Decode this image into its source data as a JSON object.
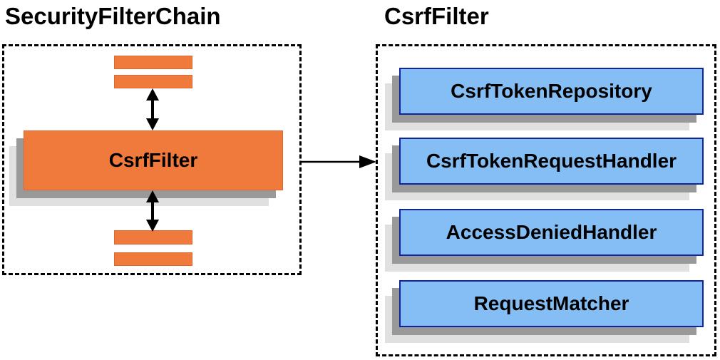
{
  "titles": {
    "left": "SecurityFilterChain",
    "right": "CsrfFilter"
  },
  "left_panel": {
    "filter_box_label": "CsrfFilter",
    "placeholder_bar_count_top": 2,
    "placeholder_bar_count_bottom": 2
  },
  "right_panel": {
    "components": [
      "CsrfTokenRepository",
      "CsrfTokenRequestHandler",
      "AccessDeniedHandler",
      "RequestMatcher"
    ]
  },
  "colors": {
    "orange_fill": "#F0793C",
    "orange_border": "#E0662D",
    "blue_fill": "#84BEF5",
    "blue_border": "#10249E",
    "shadow_dark": "#999999",
    "shadow_light": "#E0E0E0",
    "arrow_black": "#000000",
    "text_black": "#000000"
  }
}
